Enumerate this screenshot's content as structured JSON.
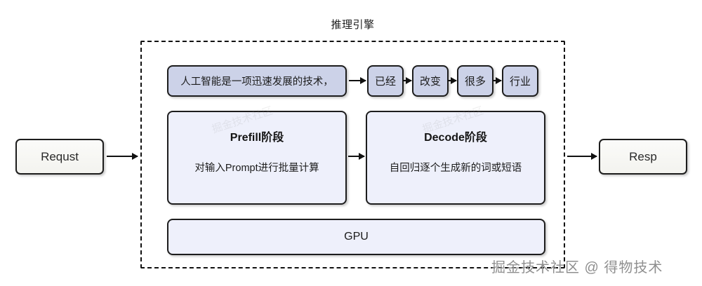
{
  "diagram": {
    "engine_title": "推理引擎",
    "endpoints": {
      "request_label": "Requst",
      "response_label": "Resp"
    },
    "prompt": {
      "text": "人工智能是一项迅速发展的技术，"
    },
    "tokens": [
      {
        "label": "已经"
      },
      {
        "label": "改变"
      },
      {
        "label": "很多"
      },
      {
        "label": "行业"
      }
    ],
    "stages": [
      {
        "title": "Prefill阶段",
        "description": "对输入Prompt进行批量计算"
      },
      {
        "title": "Decode阶段",
        "description": "自回归逐个生成新的词或短语"
      }
    ],
    "hardware": {
      "label": "GPU"
    },
    "watermark": {
      "text": "掘金技术社区 @ 得物技术",
      "ghost": "掘金技术社区"
    },
    "colors": {
      "token_fill": "#ccd2e8",
      "stage_fill": "#eef0fb",
      "endpoint_fill": "#f5f5f1",
      "stroke": "#1d1d1d",
      "watermark": "#8f8f8f"
    }
  }
}
